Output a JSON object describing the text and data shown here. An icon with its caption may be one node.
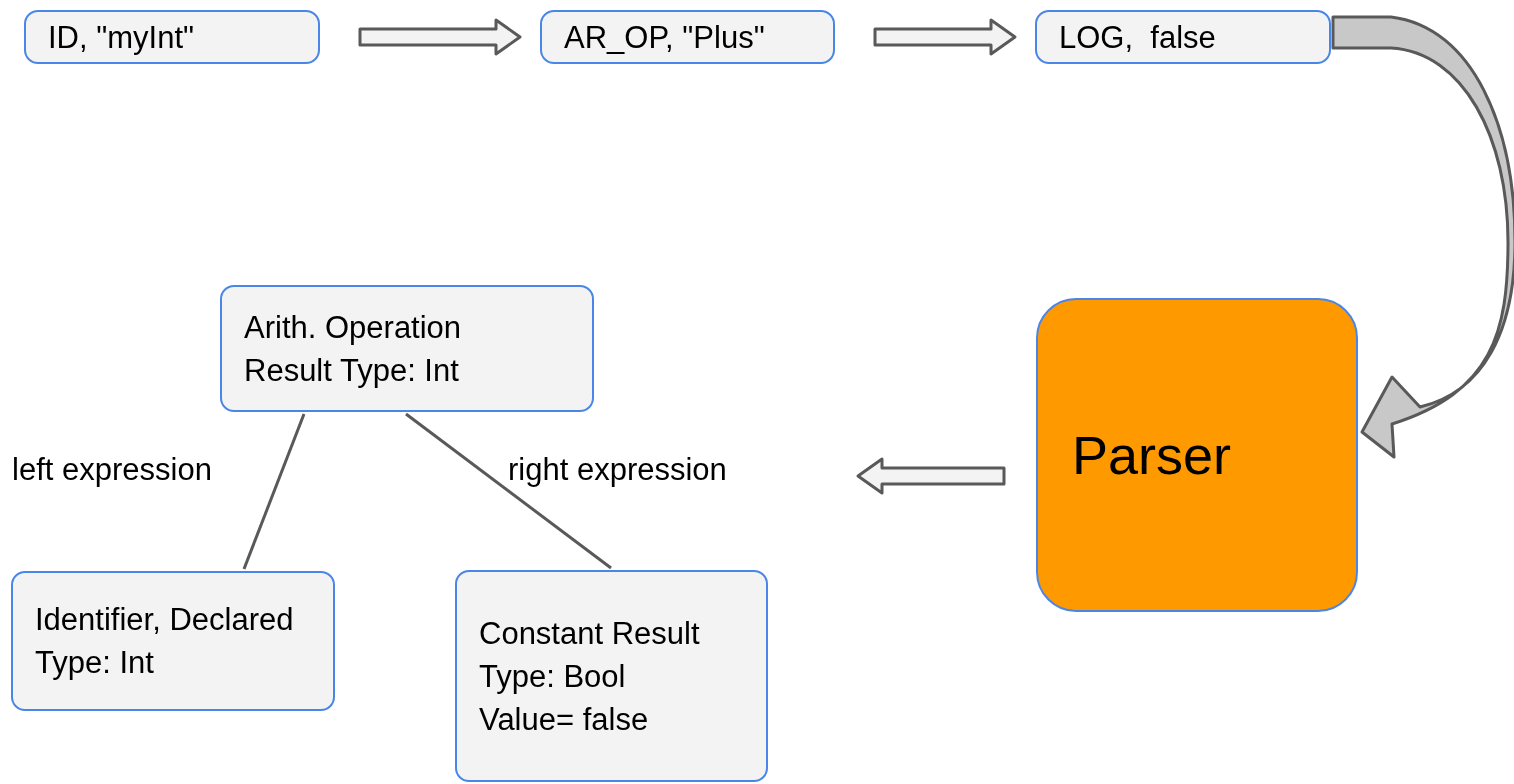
{
  "diagram": {
    "nodes": [
      {
        "text": [
          "ID, \"myInt\""
        ]
      },
      {
        "text": [
          "AR_OP, \"Plus\""
        ]
      },
      {
        "text": [
          "LOG,  false"
        ]
      },
      {
        "text": [
          "Parser"
        ]
      },
      {
        "text": [
          "Arith. Operation Result Type: Int"
        ]
      },
      {
        "text": [
          "Identifier, Declared Type: Int"
        ]
      },
      {
        "text": [
          "Constant Result Type: Bool Value= false"
        ]
      }
    ],
    "edges": [
      {
        "from": 0,
        "to": 1,
        "arrow": "to",
        "style": "thick"
      },
      {
        "from": 1,
        "to": 2,
        "arrow": "to",
        "style": "thick"
      },
      {
        "from": 2,
        "to": 3,
        "arrow": "to",
        "style": "thick"
      },
      {
        "from": 3,
        "to": null,
        "arrow": "to",
        "style": "thick"
      },
      {
        "from": 4,
        "to": 5,
        "arrow": "none",
        "label": "left expression"
      },
      {
        "from": 4,
        "to": 6,
        "arrow": "none",
        "label": "right expression"
      }
    ]
  }
}
